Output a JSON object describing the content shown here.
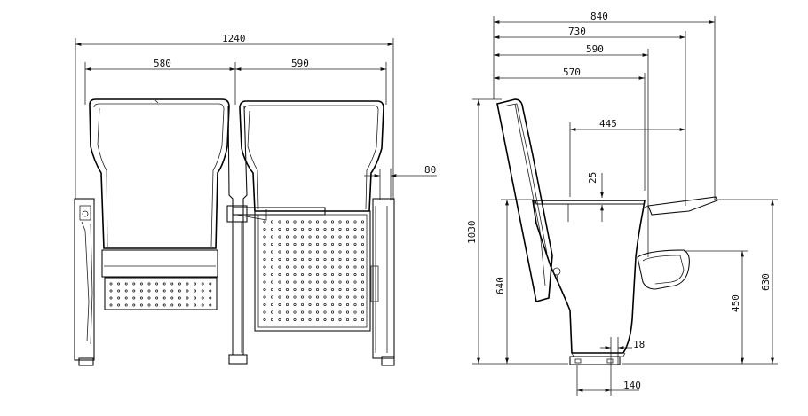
{
  "front_view": {
    "dims": {
      "overall_width": "1240",
      "seat_width_left": "580",
      "seat_width_right": "590",
      "armrest_width": "80"
    }
  },
  "side_view": {
    "dims": {
      "depth_total": "840",
      "depth_730": "730",
      "depth_590": "590",
      "depth_570": "570",
      "tablet_depth": "445",
      "tablet_thickness": "25",
      "overall_height": "1030",
      "seat_height": "640",
      "cupholder_height": "450",
      "tablet_height": "630",
      "leg_offset": "18",
      "leg_base": "140"
    }
  }
}
